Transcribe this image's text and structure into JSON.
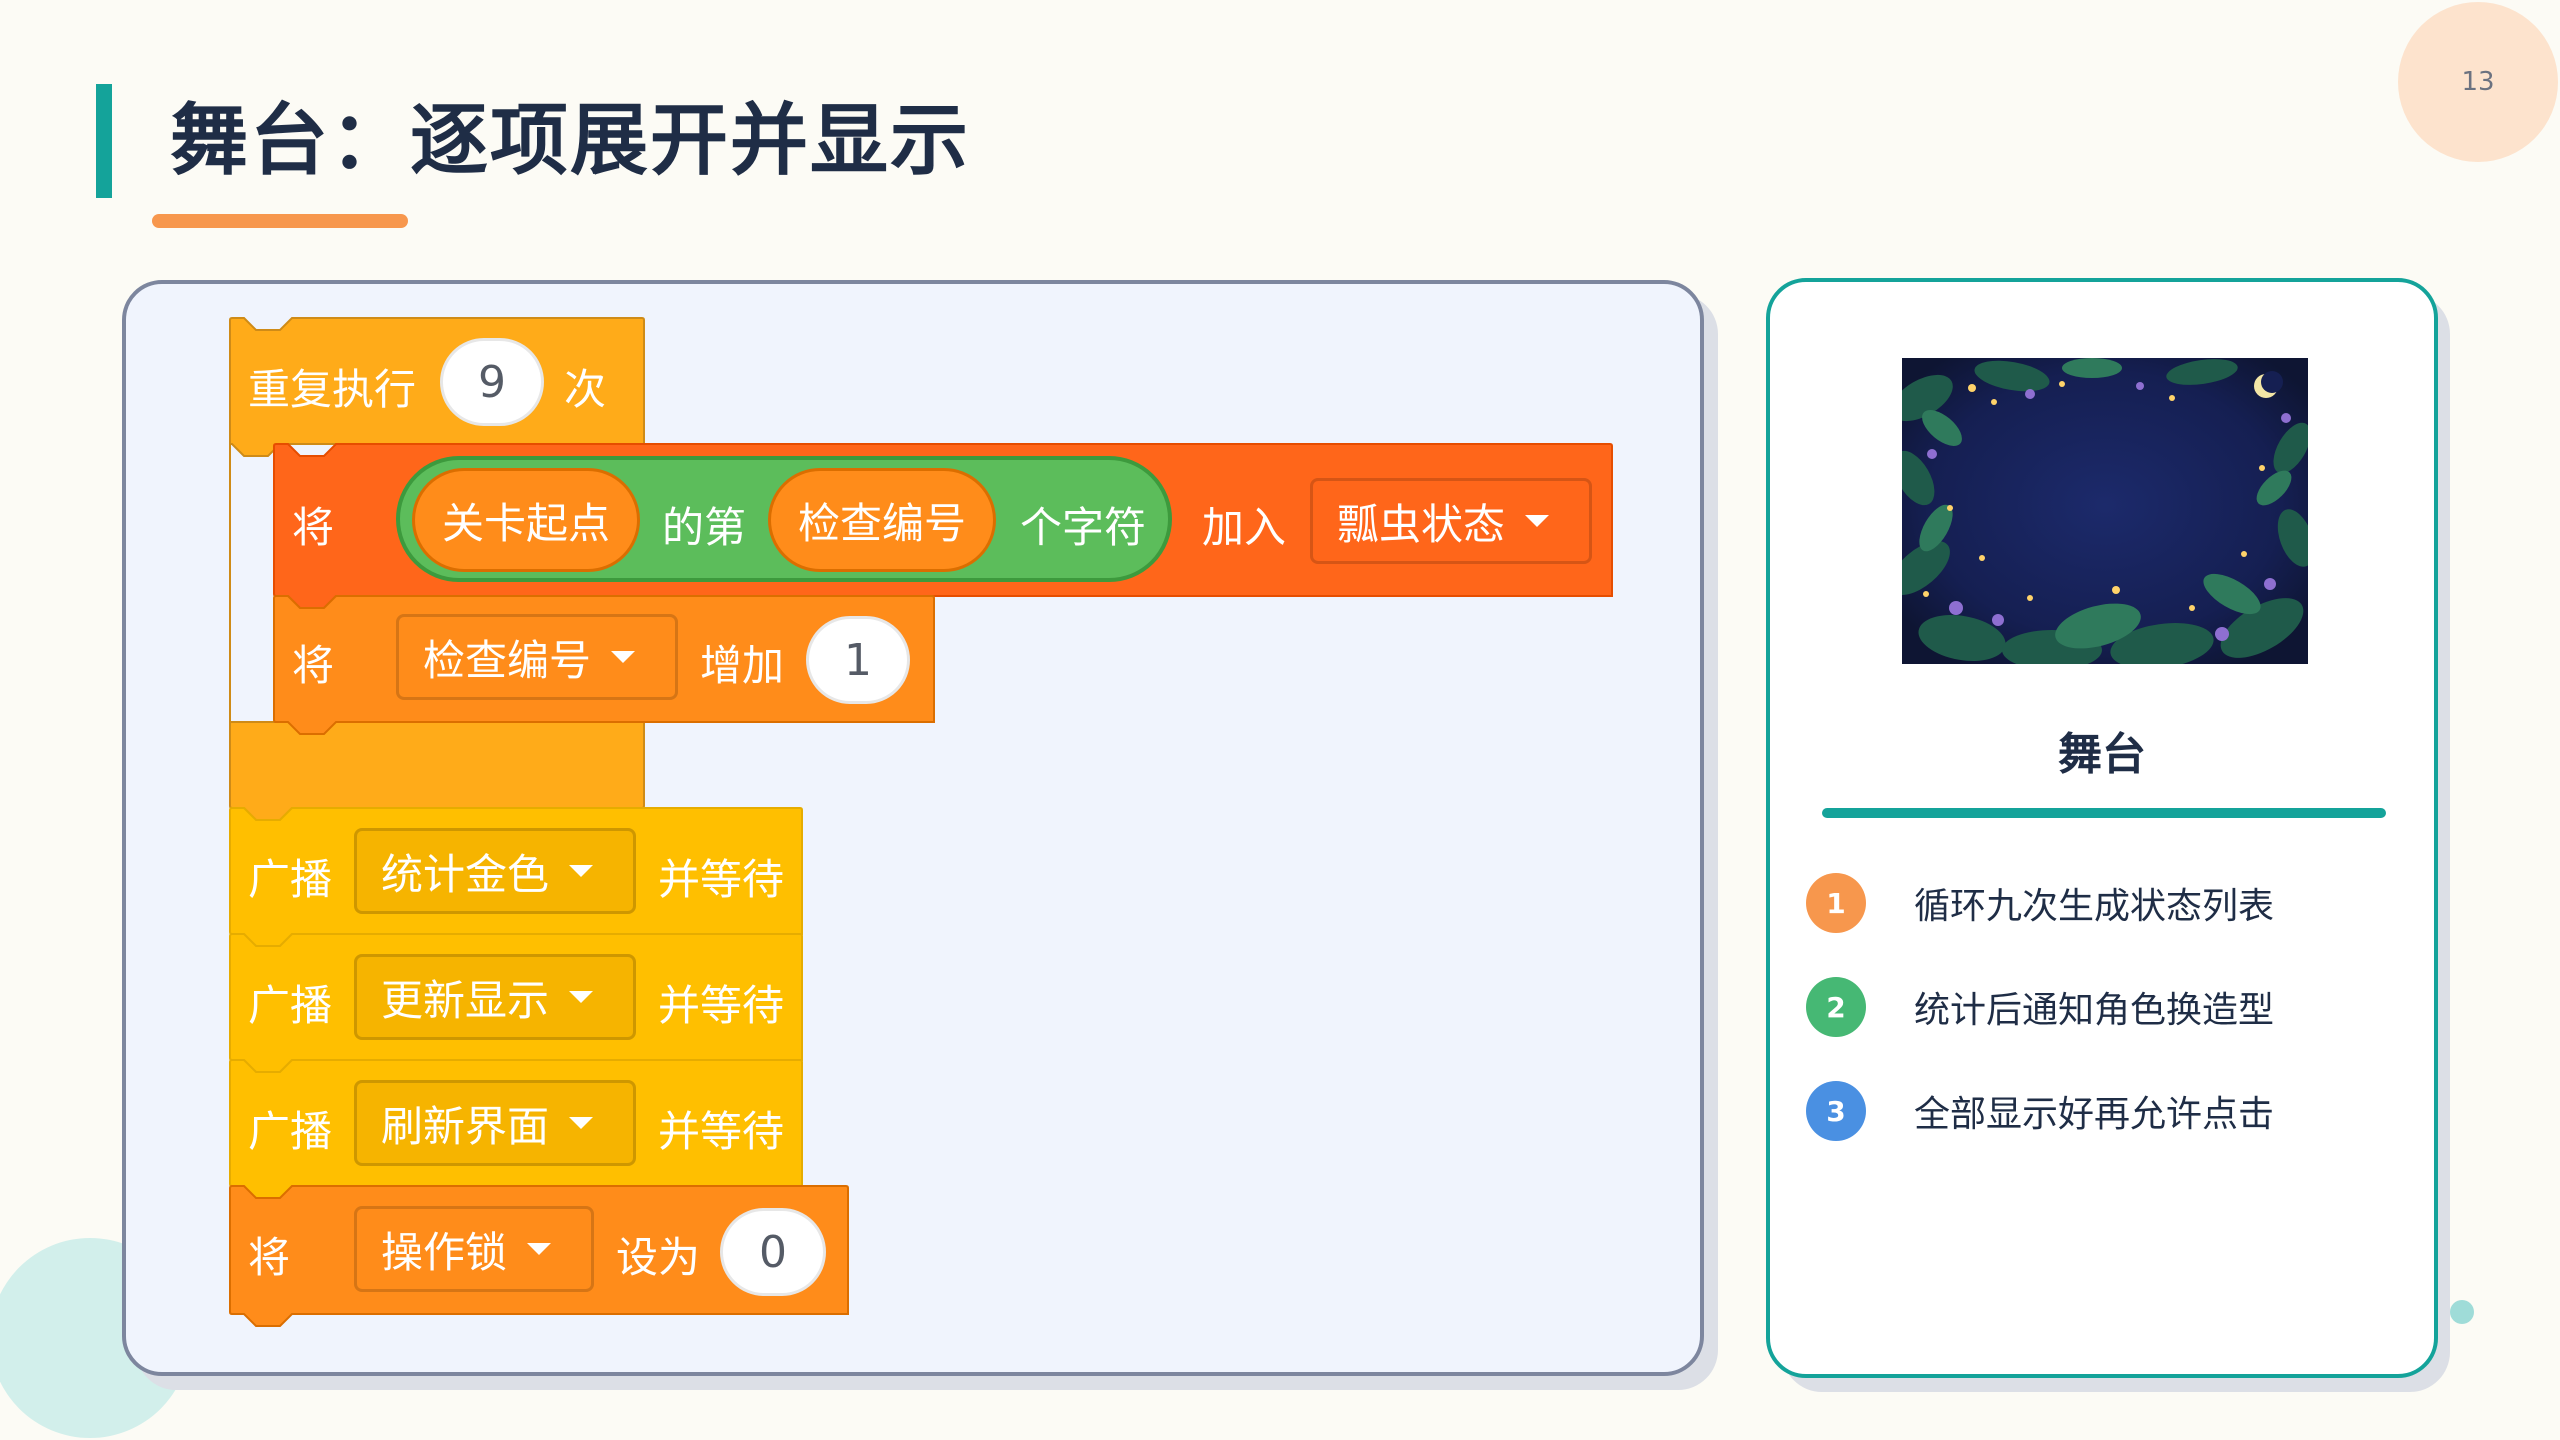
{
  "page": {
    "number": "13",
    "title": "舞台：逐项展开并显示"
  },
  "script": {
    "repeat": {
      "label": "重复执行",
      "times": "9",
      "unit": "次"
    },
    "add_to_list": {
      "verb": "将",
      "join_source": "关卡起点",
      "join_mid": "的第",
      "join_index": "检查编号",
      "join_tail": "个字符",
      "action": "加入",
      "list": "瓢虫状态"
    },
    "change_var": {
      "verb": "将",
      "variable": "检查编号",
      "action": "增加",
      "amount": "1"
    },
    "broadcasts": [
      {
        "verb": "广播",
        "message": "统计金色",
        "suffix": "并等待"
      },
      {
        "verb": "广播",
        "message": "更新显示",
        "suffix": "并等待"
      },
      {
        "verb": "广播",
        "message": "刷新界面",
        "suffix": "并等待"
      }
    ],
    "set_var": {
      "verb": "将",
      "variable": "操作锁",
      "action": "设为",
      "value": "0"
    }
  },
  "stage": {
    "name": "舞台",
    "notes": [
      {
        "num": "1",
        "text": "循环九次生成状态列表",
        "color": "#f7974d"
      },
      {
        "num": "2",
        "text": "统计后通知角色换造型",
        "color": "#46b874"
      },
      {
        "num": "3",
        "text": "全部显示好再允许点击",
        "color": "#4a90e2"
      }
    ]
  },
  "colors": {
    "accent_teal": "#14a39a",
    "accent_orange": "#f7974d",
    "control_block": "#ffab19",
    "event_block": "#ffbf00",
    "variable_block": "#ff8c1a",
    "list_block": "#ff661a",
    "operator_block": "#59c059"
  }
}
